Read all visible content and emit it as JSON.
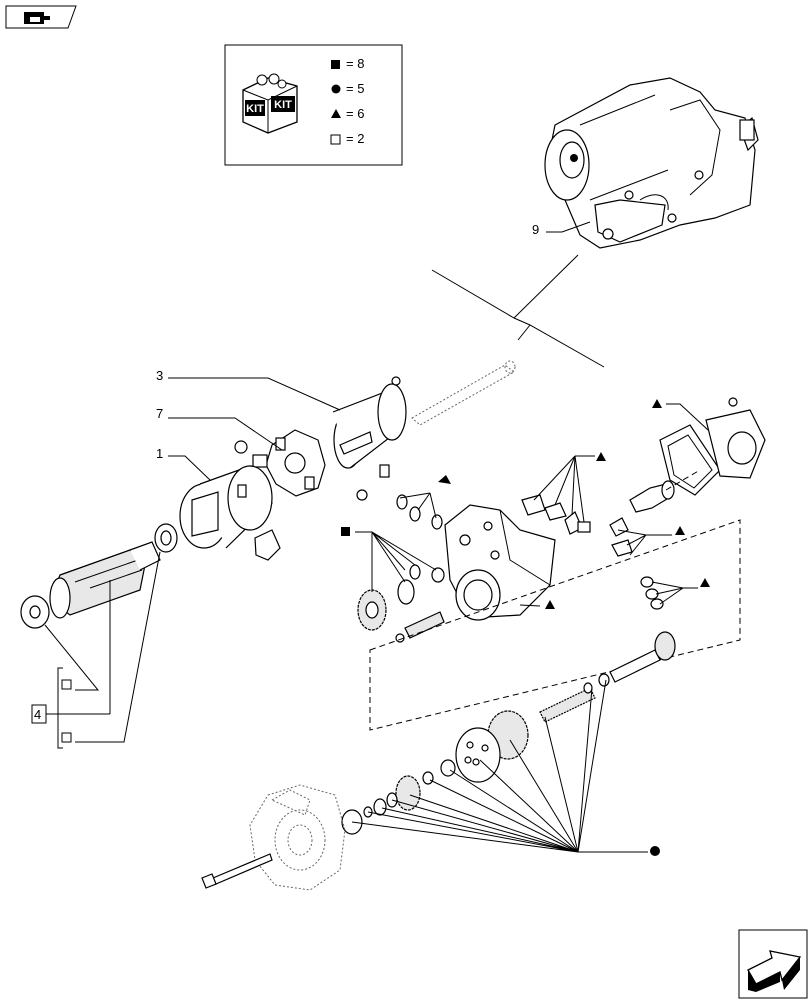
{
  "legend": {
    "kit_label_left": "KIT",
    "kit_label_right": "KIT",
    "items": [
      {
        "icon": "filled-square-icon",
        "text": "= 8"
      },
      {
        "icon": "filled-circle-icon",
        "text": "= 5"
      },
      {
        "icon": "filled-triangle-icon",
        "text": "= 6"
      },
      {
        "icon": "open-square-icon",
        "text": "= 2"
      }
    ]
  },
  "callouts": {
    "c1": "1",
    "c3": "3",
    "c4": "4",
    "c7": "7",
    "c9": "9"
  },
  "colors": {
    "ink": "#000000",
    "paper": "#ffffff"
  }
}
